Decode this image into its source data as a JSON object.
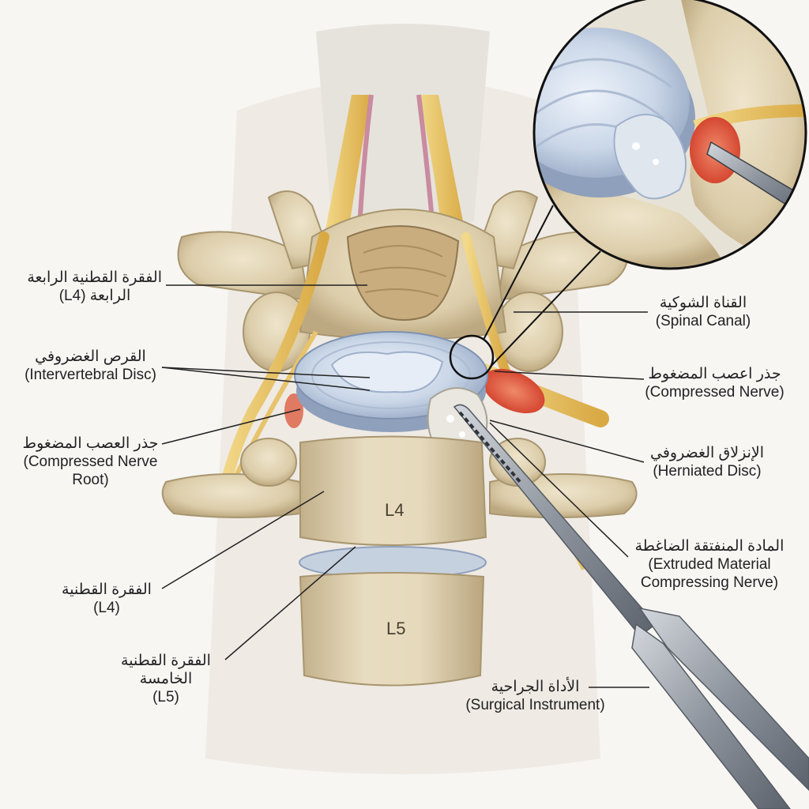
{
  "labels": {
    "l4_vertebra_top": {
      "ar": "الفقرة القطنية الرابعة",
      "ar2": "الرابعة (L4)"
    },
    "intervertebral_disc": {
      "ar": "القرص الغضروفي",
      "en": "(Intervertebral Disc)"
    },
    "compressed_nerve_root": {
      "ar": "جذر العصب المضغوط",
      "en": "(Compressed Nerve",
      "en2": "Root)"
    },
    "l4_vertebra": {
      "ar": "الفقرة القطنية",
      "en": "(L4)"
    },
    "l5_vertebra": {
      "ar": "الفقرة القطنية",
      "ar2": "الخامسة",
      "en": "(L5)"
    },
    "spinal_canal": {
      "ar": "القناة الشوكية",
      "en": "(Spinal Canal)"
    },
    "compressed_nerve": {
      "ar": "جذر اعصب المضغوط",
      "en": "(Compressed Nerve)"
    },
    "herniated_disc": {
      "ar": "الإنزلاق الغضروفي",
      "en": "(Herniated Disc)"
    },
    "extruded_material": {
      "ar": "المادة المنفتقة الضاغطة",
      "en": "(Extruded Material",
      "en2": "Compressing Nerve)"
    },
    "surgical_instrument": {
      "ar": "الأداة الجراحية",
      "en": "(Surgical Instrument)"
    }
  },
  "vertebra_marks": {
    "upper": "L4",
    "lower": "L5"
  },
  "colors": {
    "bone": "#e3d6b8",
    "bone_shadow": "#bfae88",
    "disc": "#c9d6e6",
    "nerve": "#e9c46a",
    "inflamed": "#e0503a",
    "instrument": "#8a9099",
    "leader_line": "#222222"
  }
}
